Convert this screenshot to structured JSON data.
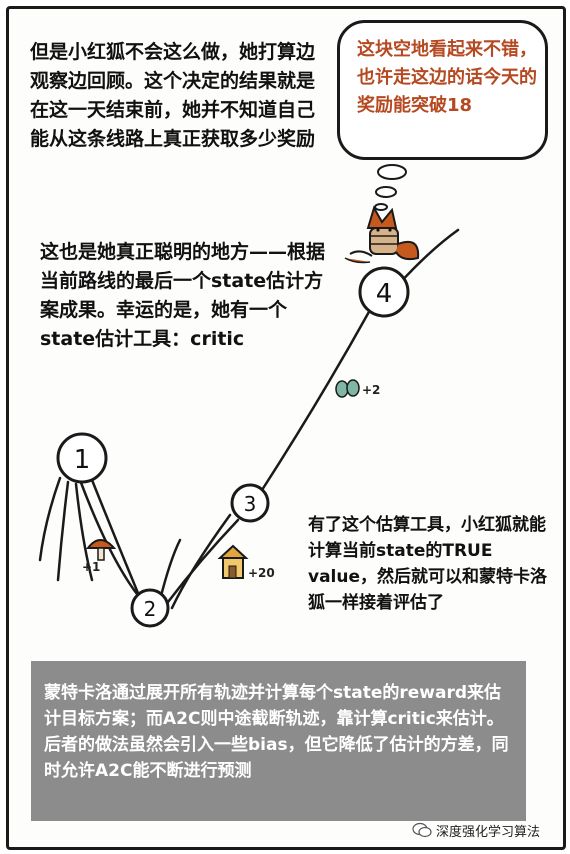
{
  "panel": {
    "narration_top": "但是小红狐不会这么做，她打算边观察边回顾。这个决定的结果就是在这一天结束前，她并不知道自己能从这条线路上真正获取多少奖励",
    "narration_mid": "这也是她真正聪明的地方——根据当前路线的最后一个state估计方案成果。幸运的是，她有一个state估计工具：critic",
    "thought_bubble": "这块空地看起来不错，也许走这边的话今天的奖励能突破18",
    "narration_right": "有了这个估算工具，小红狐就能计算当前state的TRUE value，然后就可以和蒙特卡洛狐一样接着评估了",
    "summary_box": "蒙特卡洛通过展开所有轨迹并计算每个state的reward来估计目标方案；而A2C则中途截断轨迹，靠计算critic来估计。后者的做法虽然会引入一些bias，但它降低了估计的方差，同时允许A2C能不断进行预测"
  },
  "nodes": [
    {
      "label": "1"
    },
    {
      "label": "2"
    },
    {
      "label": "3"
    },
    {
      "label": "4"
    }
  ],
  "rewards": {
    "mushroom": "+1",
    "house": "+20",
    "eggs": "+2"
  },
  "colors": {
    "bubble_text": "#b54a22",
    "summary_bg": "#8c8c8c",
    "fox": "#c65a1e"
  },
  "watermark": "深度强化学习算法"
}
